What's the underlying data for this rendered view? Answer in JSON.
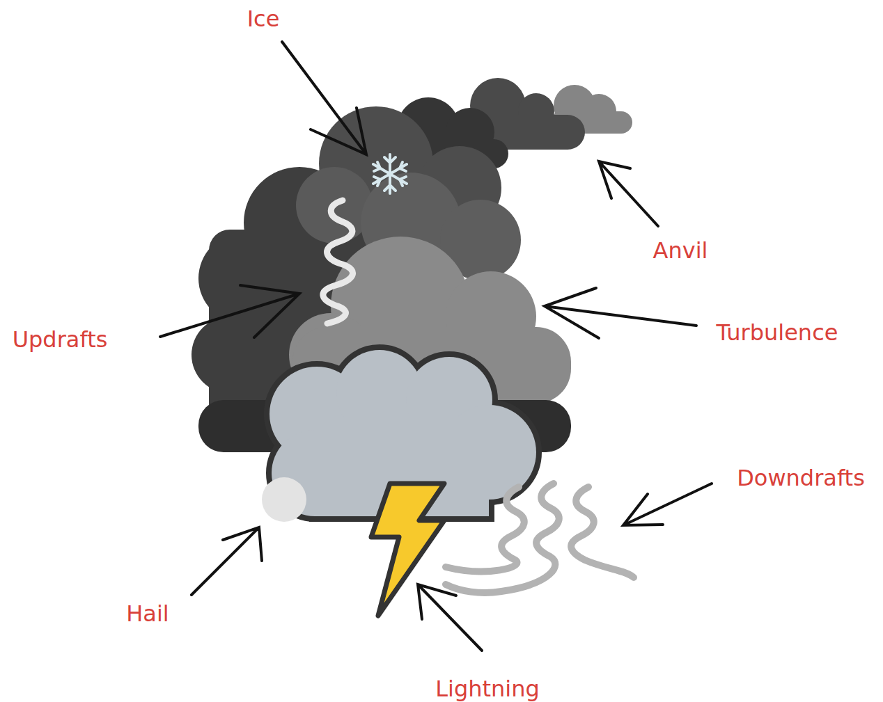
{
  "diagram": {
    "labels": [
      "Ice",
      "Anvil",
      "Turbulence",
      "Updrafts",
      "Downdrafts",
      "Hail",
      "Lightning"
    ]
  }
}
